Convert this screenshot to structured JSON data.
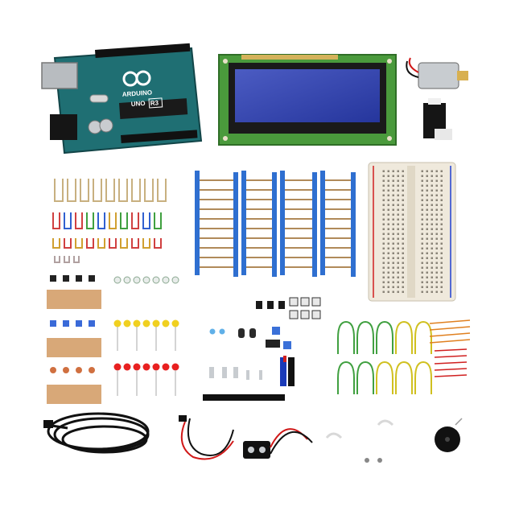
{
  "board": {
    "brand": "ARDUINO",
    "model": "UNO",
    "revision": "R3"
  },
  "colors": {
    "board_teal": "#1f6f73",
    "lcd_green": "#4a9a3c",
    "lcd_blue": "#2c3fb8",
    "resistor_tape_blue": "#2f6fd0",
    "breadboard": "#efe9dc",
    "cable_black": "#111111",
    "wire_red": "#d01818"
  }
}
